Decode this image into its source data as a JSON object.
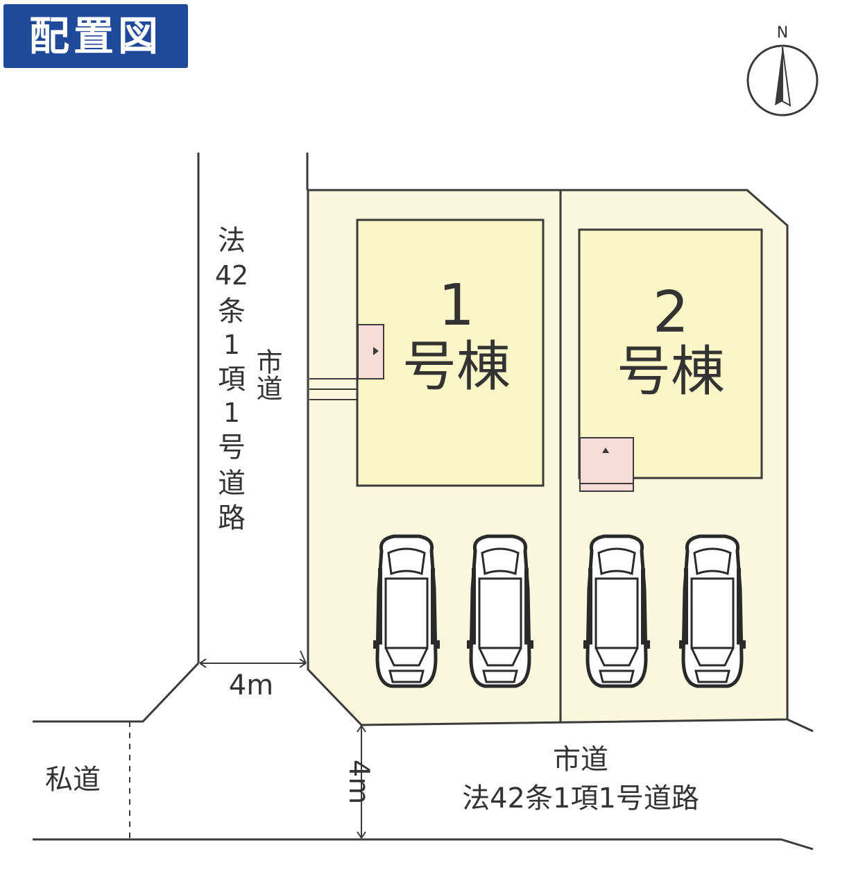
{
  "title": "配置図",
  "compass": {
    "label": "N"
  },
  "lots": [
    {
      "number": "1",
      "name": "号棟"
    },
    {
      "number": "2",
      "name": "号棟"
    }
  ],
  "roads": {
    "west": {
      "name": "市道",
      "classification": [
        "法",
        "42",
        "条",
        "1",
        "項",
        "1",
        "号",
        "道",
        "路"
      ]
    },
    "south": {
      "name": "市道",
      "classification": "法42条1項1号道路"
    },
    "private": "私道"
  },
  "widths": {
    "west": "4m",
    "south": "4m"
  },
  "colors": {
    "title_bg": "#1f4a9a",
    "site": "#fbf7dc",
    "building": "#fbf6c7",
    "entrance": "#f8dcd6",
    "line": "#3a3a3a"
  }
}
